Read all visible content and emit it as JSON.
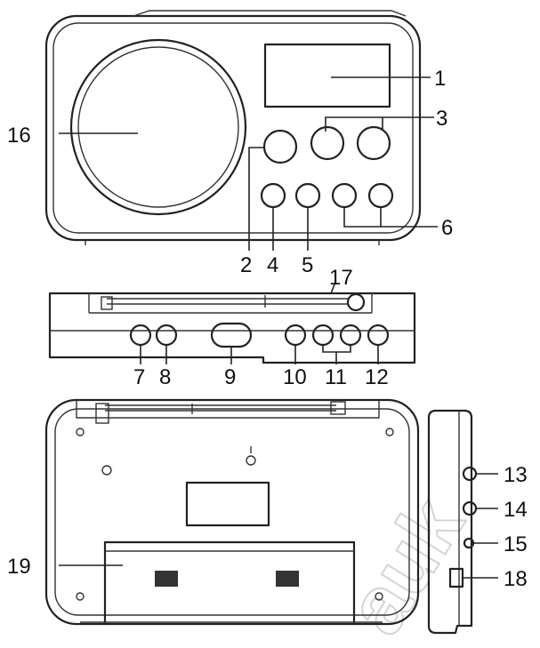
{
  "front_callouts": [
    "1",
    "2",
    "3",
    "4",
    "5",
    "6",
    "16"
  ],
  "top_callouts": [
    "7",
    "8",
    "9",
    "10",
    "11",
    "12",
    "17"
  ],
  "back_callouts": [
    "19"
  ],
  "side_callouts": [
    "13",
    "14",
    "15",
    "18"
  ]
}
